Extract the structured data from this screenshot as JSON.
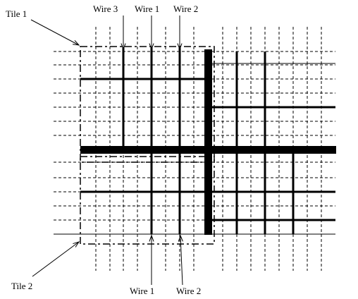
{
  "labels": {
    "tile1": "Tile 1",
    "tile2": "Tile 2",
    "top_wire3": "Wire 3",
    "top_wire1": "Wire 1",
    "top_wire2": "Wire 2",
    "bottom_wire1": "Wire 1",
    "bottom_wire2": "Wire 2"
  },
  "colors": {
    "line": "#000000",
    "background": "#ffffff"
  }
}
